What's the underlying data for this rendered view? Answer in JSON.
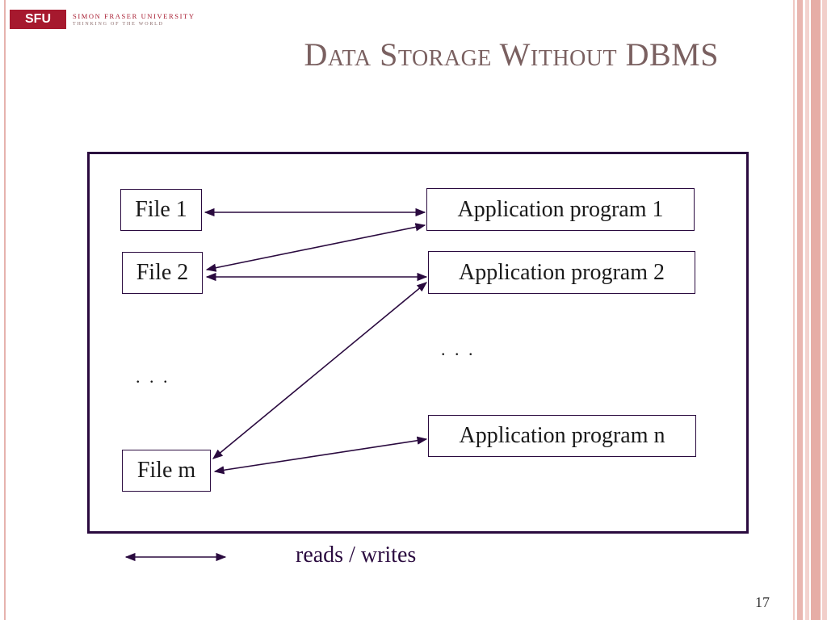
{
  "logo": {
    "mark": "SFU",
    "line1": "SIMON FRASER UNIVERSITY",
    "line2": "THINKING OF THE WORLD",
    "brand_color": "#a6192e"
  },
  "title": "Data Storage Without DBMS",
  "diagram": {
    "files": [
      "File 1",
      "File 2",
      "File m"
    ],
    "applications": [
      "Application program 1",
      "Application program 2",
      "Application program n"
    ],
    "files_ellipsis": ". . .",
    "apps_ellipsis": ". . .",
    "connections": [
      {
        "from": "File 1",
        "to": "Application program 1"
      },
      {
        "from": "File 2",
        "to": "Application program 1"
      },
      {
        "from": "File 2",
        "to": "Application program 2"
      },
      {
        "from": "File m",
        "to": "Application program 2"
      },
      {
        "from": "File m",
        "to": "Application program n"
      }
    ],
    "stroke_color": "#2a0a3f"
  },
  "legend": {
    "symbol": "bidirectional-arrow",
    "label": "reads / writes"
  },
  "page_number": "17"
}
